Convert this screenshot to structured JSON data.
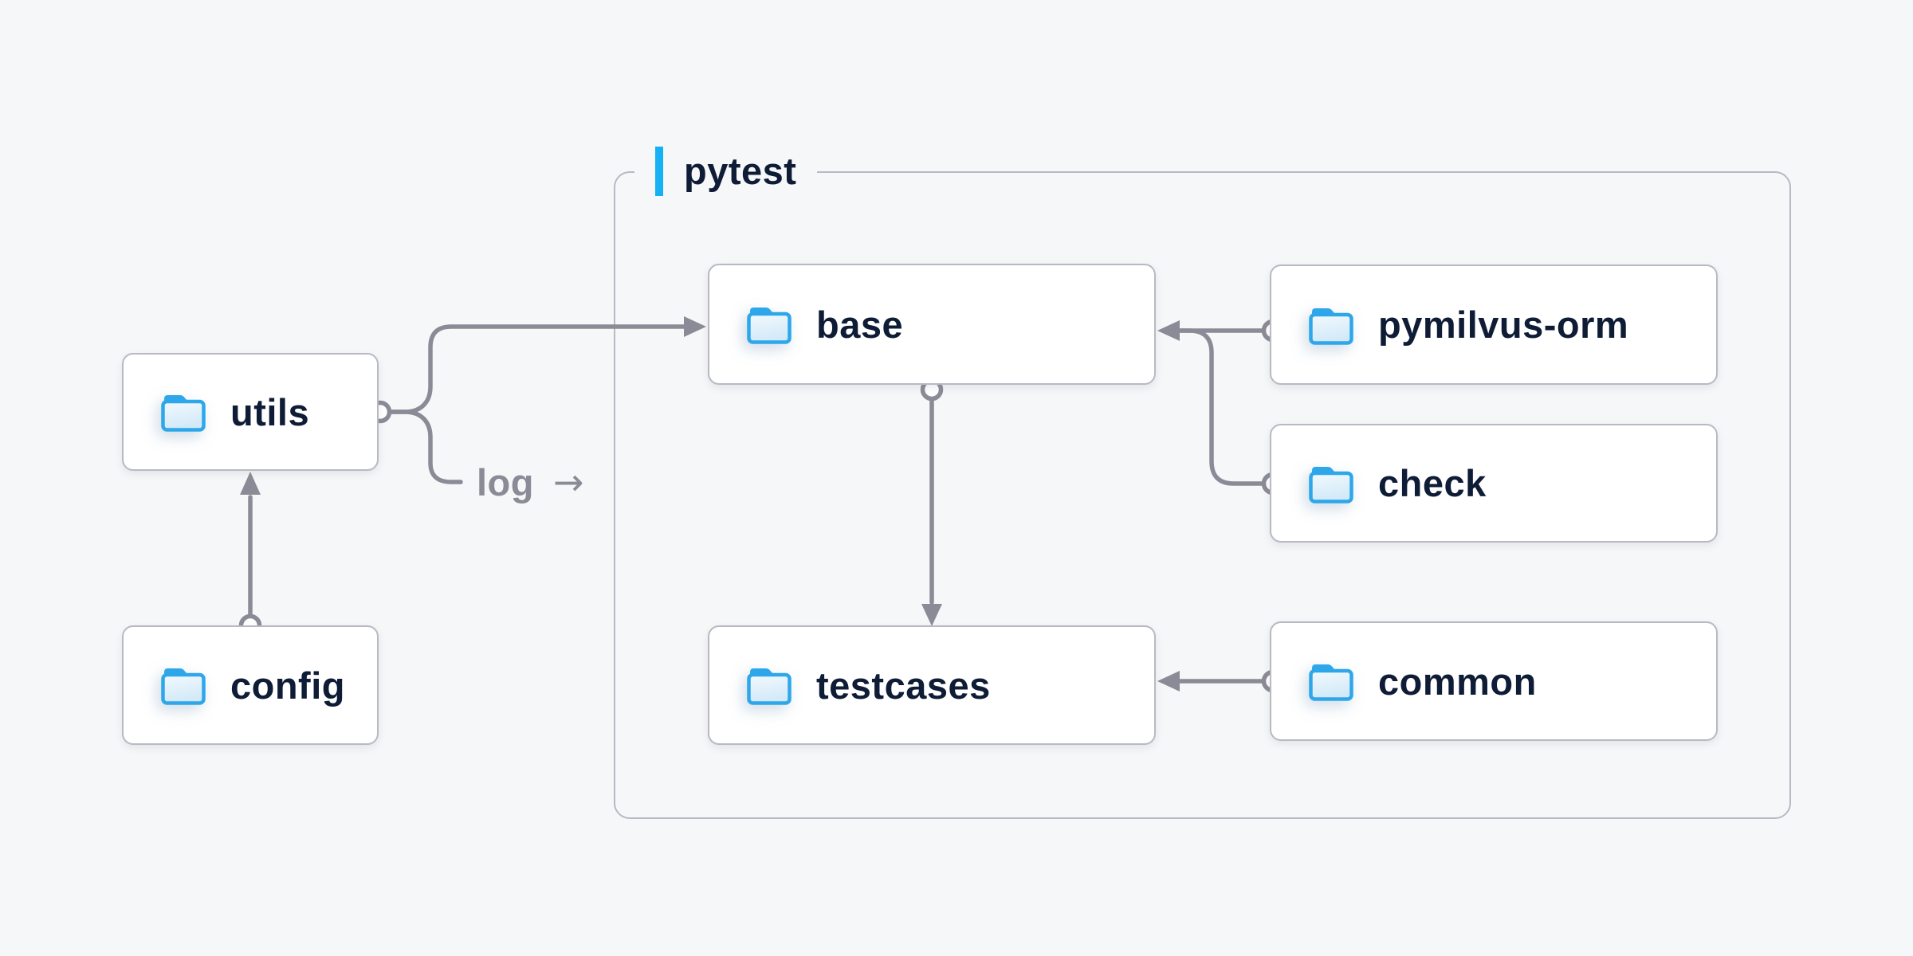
{
  "title": "pytest project structure diagram",
  "colors": {
    "background": "#f6f7f8",
    "node_fill": "#ffffff",
    "node_border": "#b8b9c3",
    "connector_gray": "#8a8b96",
    "text_navy": "#0e1c36",
    "accent_blue": "#14b1f5",
    "folder_blue": "#2ea7ea"
  },
  "container": {
    "label": "pytest"
  },
  "nodes": {
    "utils": {
      "label": "utils"
    },
    "config": {
      "label": "config"
    },
    "base": {
      "label": "base"
    },
    "testcases": {
      "label": "testcases"
    },
    "pymilvus_orm": {
      "label": "pymilvus-orm"
    },
    "check": {
      "label": "check"
    },
    "common": {
      "label": "common"
    }
  },
  "edge_label": {
    "text": "log",
    "arrow_glyph": "→"
  },
  "edges": [
    {
      "from": "config",
      "to": "utils"
    },
    {
      "from": "utils",
      "to": "base"
    },
    {
      "from": "utils",
      "to": "log"
    },
    {
      "from": "pymilvus-orm",
      "to": "base"
    },
    {
      "from": "check",
      "to": "base"
    },
    {
      "from": "base",
      "to": "testcases"
    },
    {
      "from": "common",
      "to": "testcases"
    }
  ]
}
